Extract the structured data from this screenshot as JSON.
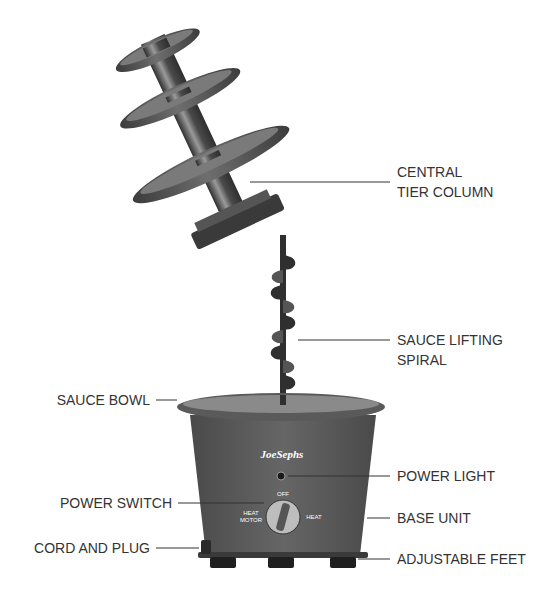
{
  "diagram": {
    "labels": [
      "CENTRAL TIER COLUMN",
      "SAUCE LIFTING SPIRAL",
      "SAUCE BOWL",
      "JoeSephs",
      "POWER LIGHT",
      "OFF",
      "HEAT MOTOR",
      "HEAT",
      "POWER SWITCH",
      "BASE UNIT",
      "CORD AND PLUG",
      "ADJUSTABLE FEET"
    ]
  }
}
